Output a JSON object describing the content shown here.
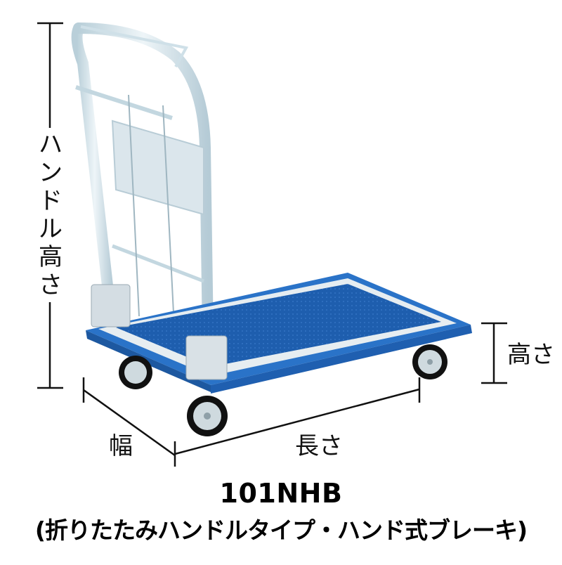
{
  "product": {
    "model": "101NHB",
    "description": "(折りたたみハンドルタイプ・ハンド式ブレーキ)",
    "image_alt": "Folding-handle platform cart with blue deck and four casters"
  },
  "dimensions": {
    "handle_height": {
      "label": "ハンドル高さ",
      "chars": [
        "ハ",
        "ン",
        "ド",
        "ル",
        "高",
        "さ"
      ]
    },
    "height": {
      "label": "高さ"
    },
    "width": {
      "label": "幅"
    },
    "length": {
      "label": "長さ"
    }
  },
  "colors": {
    "deck_blue": "#1f5fb0",
    "bumper_blue": "#2a73c8",
    "frame_silver": "#dfe7ec",
    "handle_tint": "#cfe0e8",
    "line": "#111111"
  }
}
